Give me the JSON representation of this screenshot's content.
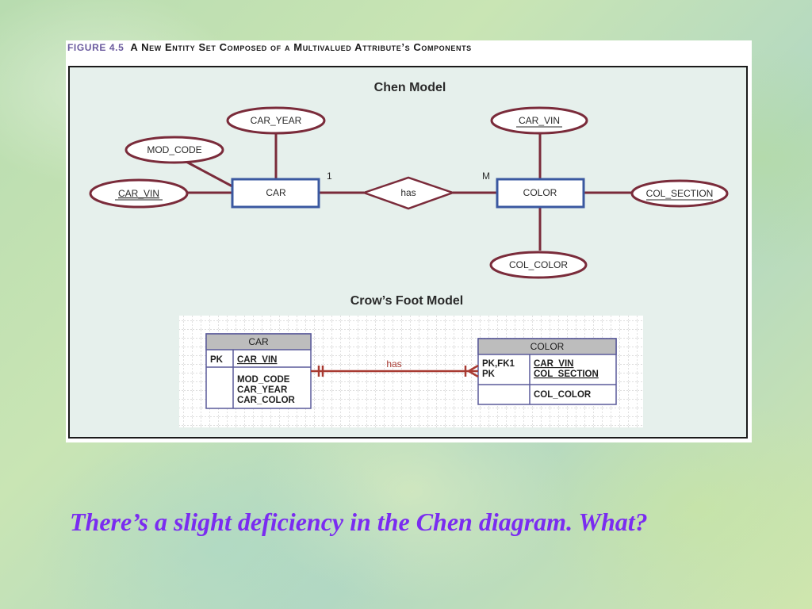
{
  "figure": {
    "number": "FIGURE 4.5",
    "caption": "A New Entity Set Composed of a Multivalued Attribute’s Components"
  },
  "chen": {
    "heading": "Chen Model",
    "entities": {
      "car": "CAR",
      "color": "COLOR"
    },
    "relationship": "has",
    "cardinality": {
      "car_side": "1",
      "color_side": "M"
    },
    "attributes": {
      "car_year": "CAR_YEAR",
      "mod_code": "MOD_CODE",
      "car_vin_car": "CAR_VIN",
      "car_vin_color": "CAR_VIN",
      "col_section": "COL_SECTION",
      "col_color": "COL_COLOR"
    }
  },
  "crowsfoot": {
    "heading": "Crow’s Foot Model",
    "relationship": "has",
    "car": {
      "name": "CAR",
      "key_label": "PK",
      "key_attr": "CAR_VIN",
      "attrs": [
        "MOD_CODE",
        "CAR_YEAR",
        "CAR_COLOR"
      ]
    },
    "color": {
      "name": "COLOR",
      "key_labels": [
        "PK,FK1",
        "PK"
      ],
      "key_attrs": [
        "CAR_VIN",
        "COL_SECTION"
      ],
      "attrs": [
        "COL_COLOR"
      ]
    }
  },
  "question": "There’s a slight deficiency in the Chen diagram. What?",
  "colors": {
    "entity_border": "#3a58a0",
    "ellipse_border": "#7a2b3a",
    "link": "#7a2b3a",
    "cf_relationship": "#a83a32",
    "question_text": "#7a2cf0"
  }
}
